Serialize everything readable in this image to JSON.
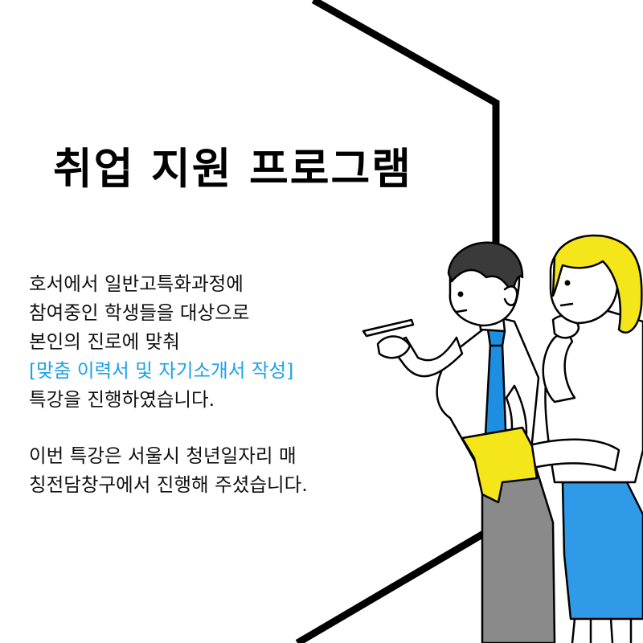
{
  "title": "취업 지원 프로그램",
  "paragraph1": [
    "호서에서 일반고특화과정에",
    "참여중인 학생들을 대상으로",
    "본인의 진로에 맞춰",
    "[맞춤 이력서 및 자기소개서 작성]",
    "특강을 진행하였습니다."
  ],
  "paragraph2": [
    "이번 특강은 서울시 청년일자리 매",
    "칭전담창구에서 진행해 주셨습니다."
  ],
  "colors": {
    "highlight": "#1aa3e8",
    "text": "#111111",
    "tie": "#1e8fe0",
    "skirt": "#2f9be8",
    "hair_woman": "#f5e61a",
    "paper": "#f5e61a",
    "hair_man": "#3a3a3a",
    "pants": "#8a8a8a"
  },
  "icons": [
    "board-frame",
    "man-pointing-illustration",
    "woman-thinking-illustration"
  ]
}
